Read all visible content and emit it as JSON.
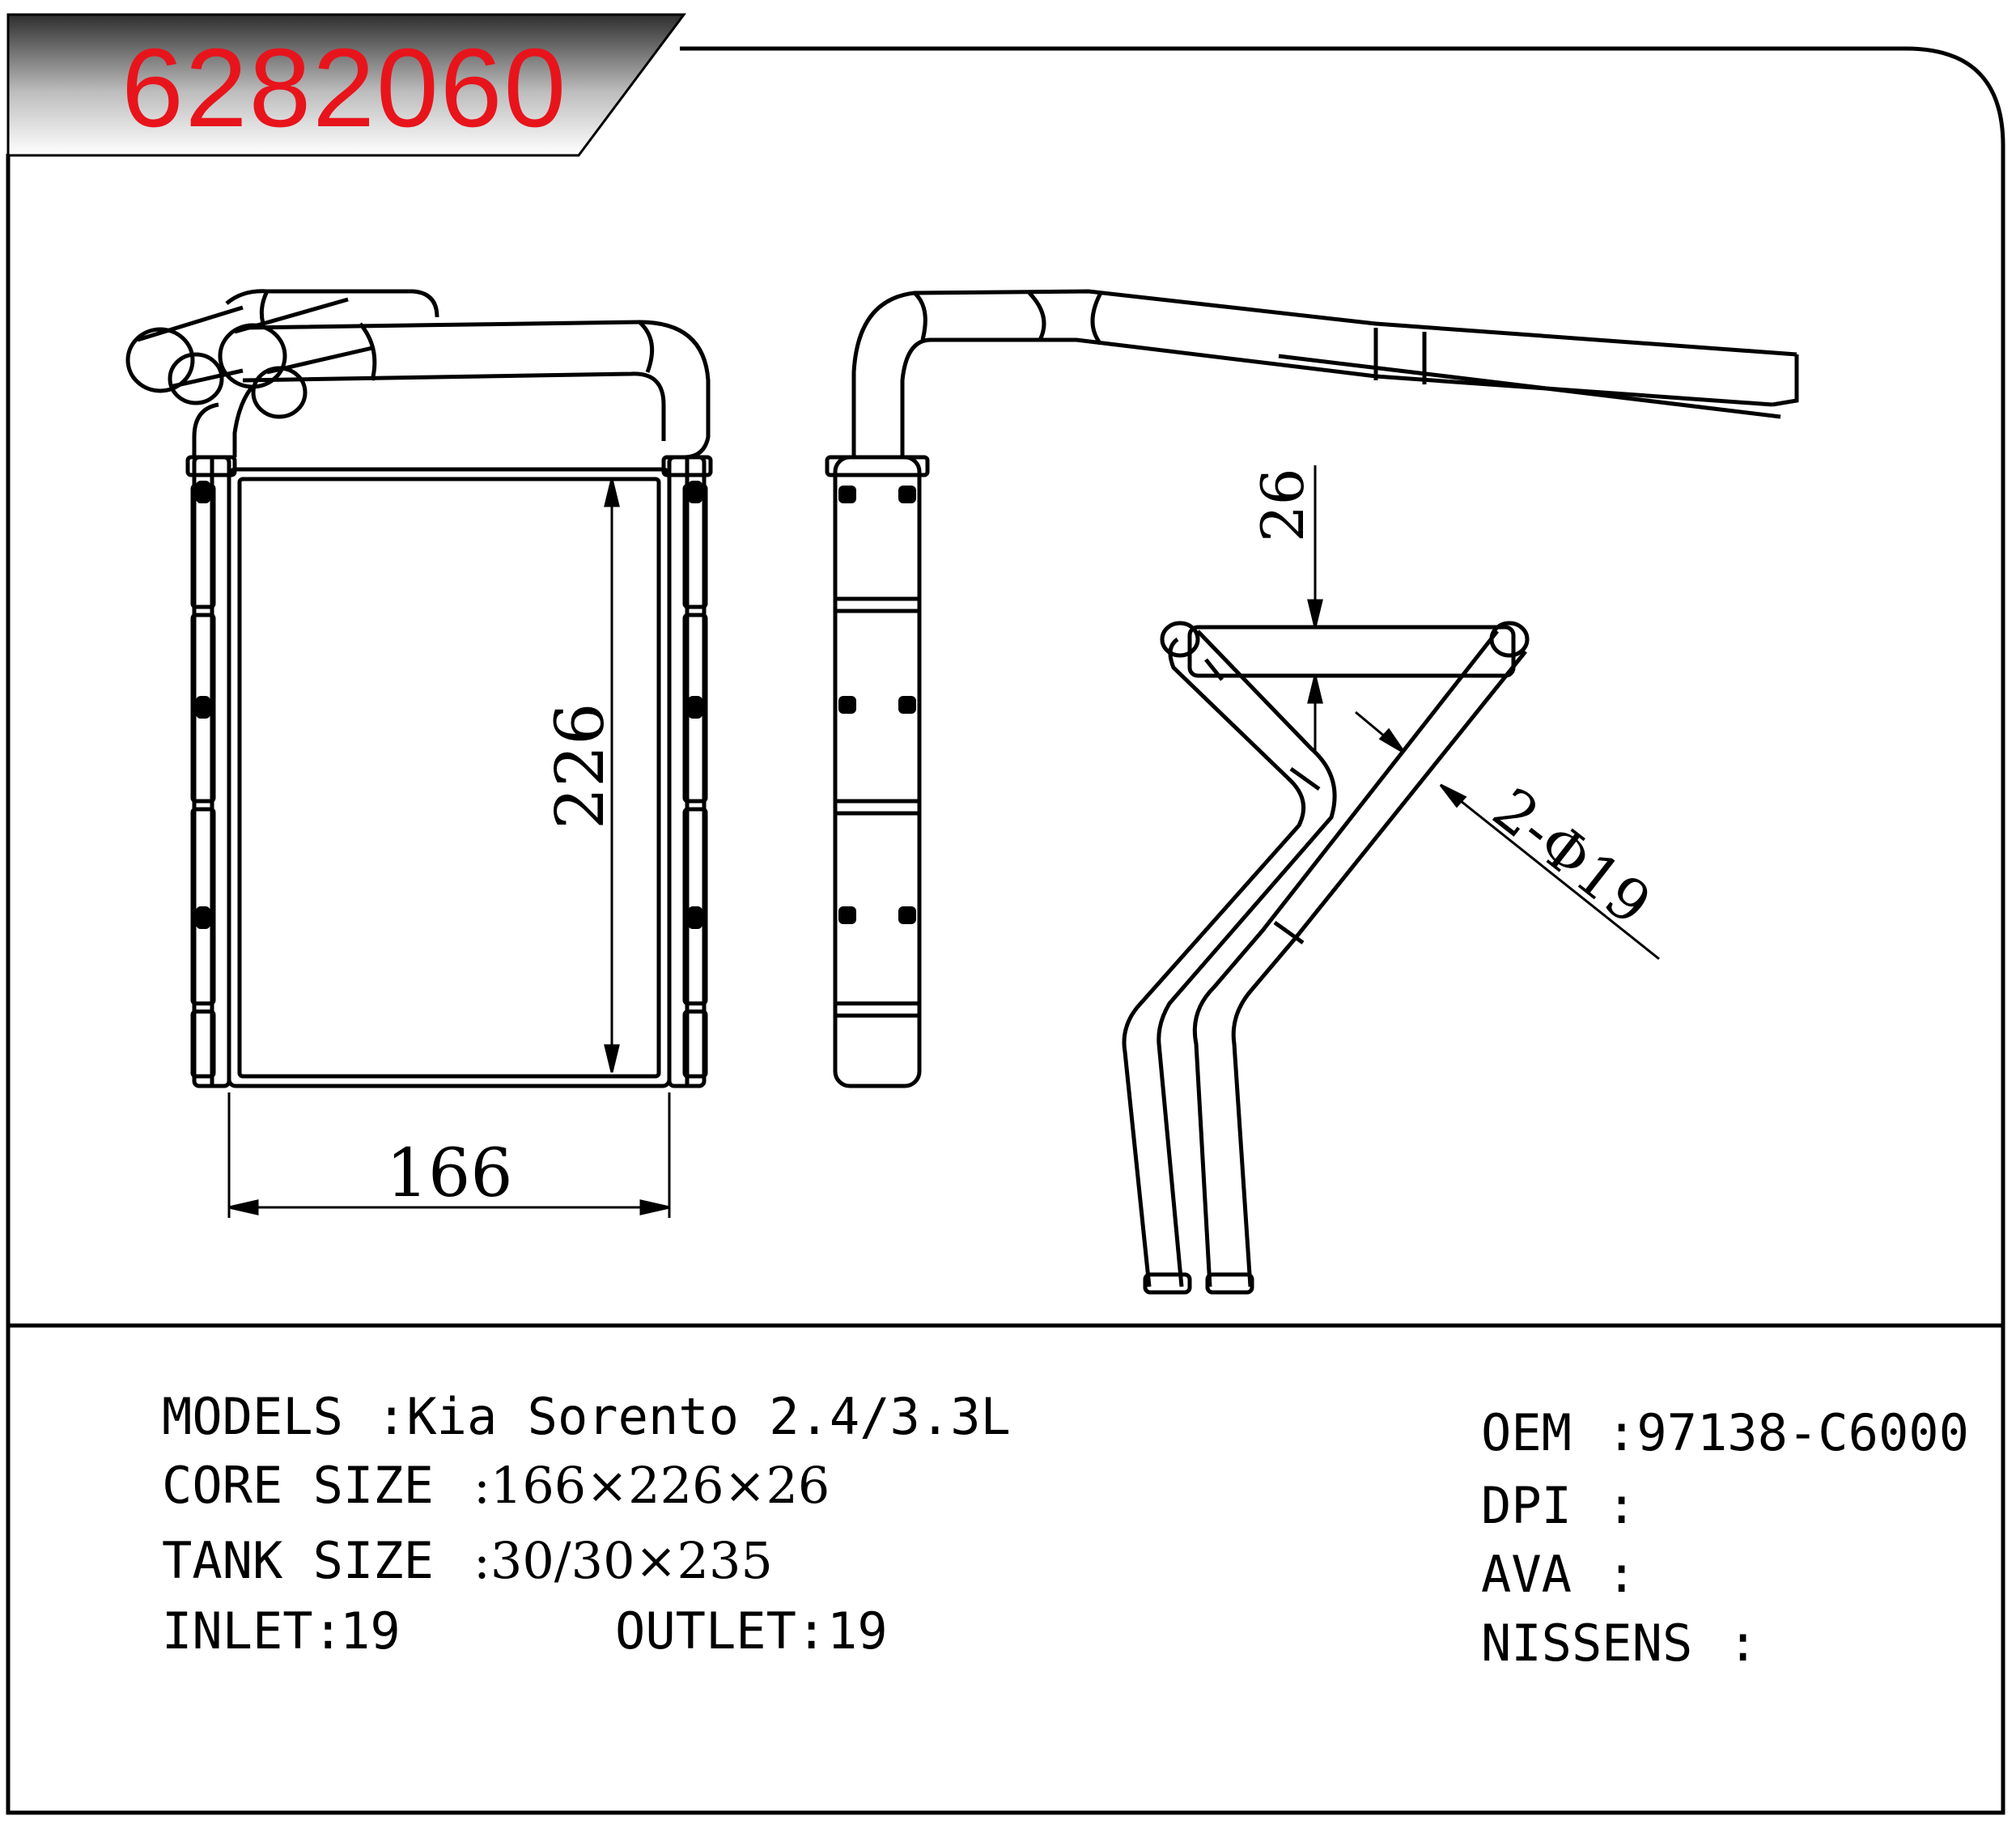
{
  "part_number": "6282060",
  "dimensions": {
    "width": "166",
    "height": "226",
    "depth": "26",
    "pipe_label": "2-Φ19"
  },
  "specs": {
    "models_label": "MODELS",
    "models_value": ":Kia Sorento 2.4/3.3L",
    "core_label": "CORE SIZE",
    "core_value": ":166×226×26",
    "tank_label": "TANK SIZE",
    "tank_value": ":30/30×235",
    "inlet_label": "INLET:",
    "inlet_value": "19",
    "outlet_label": "OUTLET:",
    "outlet_value": "19"
  },
  "refs": {
    "oem_label": "OEM",
    "oem_value": ":97138-C6000",
    "dpi_label": "DPI",
    "dpi_value": ":",
    "ava_label": "AVA",
    "ava_value": ":",
    "nissens_label": "NISSENS",
    "nissens_value": ":"
  },
  "colors": {
    "part_number": "#e8141b",
    "banner_dark": "#3a3a3a",
    "banner_light": "#f2f2f2",
    "line": "#000000"
  }
}
